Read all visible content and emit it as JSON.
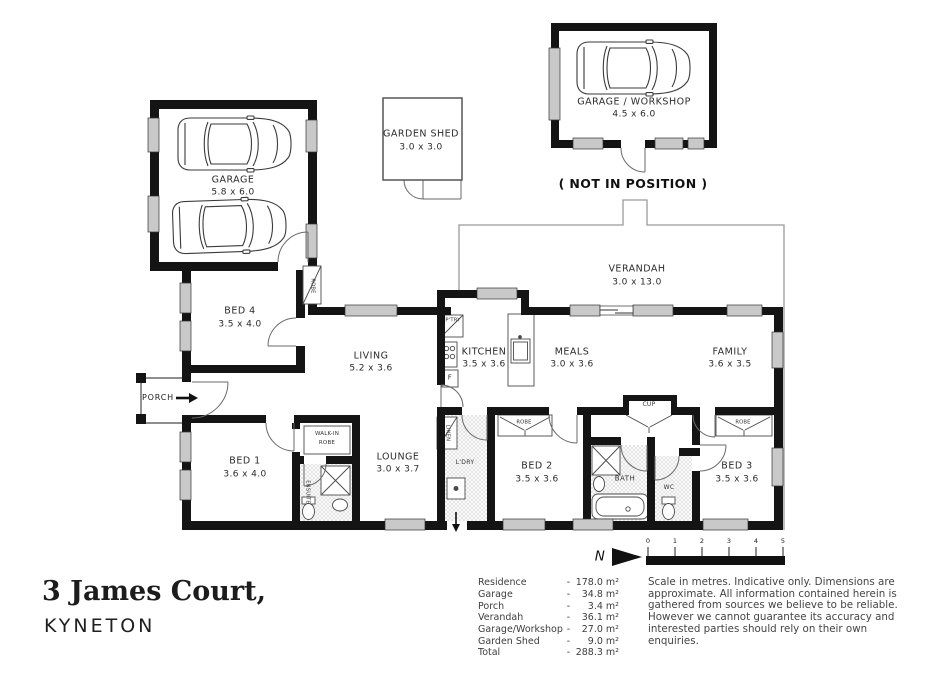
{
  "address": {
    "line1": "3 James Court,",
    "city": "KYNETON"
  },
  "outbuildings": {
    "garage": {
      "name": "GARAGE",
      "dims": "5.8 x 6.0"
    },
    "garden_shed": {
      "name": "GARDEN SHED",
      "dims": "3.0 x 3.0"
    },
    "workshop": {
      "name": "GARAGE / WORKSHOP",
      "dims": "4.5 x 6.0",
      "note": "( NOT IN POSITION )"
    }
  },
  "rooms": {
    "verandah": {
      "name": "VERANDAH",
      "dims": "3.0 x 13.0"
    },
    "bed4": {
      "name": "BED 4",
      "dims": "3.5 x 4.0"
    },
    "living": {
      "name": "LIVING",
      "dims": "5.2 x 3.6"
    },
    "kitchen": {
      "name": "KITCHEN",
      "dims": "3.5 x 3.6"
    },
    "meals": {
      "name": "MEALS",
      "dims": "3.0 x 3.6"
    },
    "family": {
      "name": "FAMILY",
      "dims": "3.6 x 3.5"
    },
    "bed1": {
      "name": "BED 1",
      "dims": "3.6 x 4.0"
    },
    "lounge": {
      "name": "LOUNGE",
      "dims": "3.0 x 3.7"
    },
    "bed2": {
      "name": "BED 2",
      "dims": "3.5 x 3.6"
    },
    "bed3": {
      "name": "BED 3",
      "dims": "3.5 x 3.6"
    },
    "porch": {
      "name": "PORCH"
    },
    "bath": {
      "name": "BATH"
    },
    "wc": {
      "name": "WC"
    },
    "laundry": {
      "name": "L'DRY"
    }
  },
  "labels": {
    "robe": "ROBE",
    "walk_in_robe_1": "WALK-IN",
    "walk_in_robe_2": "ROBE",
    "ensuite": "ENSUITE",
    "linen": "LINEN",
    "cup": "CUP",
    "pantry": "P'TRY",
    "fridge": "F"
  },
  "north": {
    "label": "N"
  },
  "scale": {
    "ticks": [
      "0",
      "1",
      "2",
      "3",
      "4",
      "5"
    ]
  },
  "areas": {
    "dash": "-",
    "rows": [
      {
        "label": "Residence",
        "value": "178.0 m²"
      },
      {
        "label": "Garage",
        "value": "34.8 m²"
      },
      {
        "label": "Porch",
        "value": "3.4 m²"
      },
      {
        "label": "Verandah",
        "value": "36.1 m²"
      },
      {
        "label": "Garage/Workshop",
        "value": "27.0 m²"
      },
      {
        "label": "Garden Shed",
        "value": "9.0 m²"
      },
      {
        "label": "Total",
        "value": "288.3 m²"
      }
    ]
  },
  "disclaimer": {
    "lines": [
      "Scale in metres. Indicative only. Dimensions are",
      "approximate. All information contained herein is",
      "gathered from sources we believe to be reliable.",
      "However we cannot guarantee  its accuracy and",
      "interested parties should rely on their own enquiries."
    ]
  }
}
